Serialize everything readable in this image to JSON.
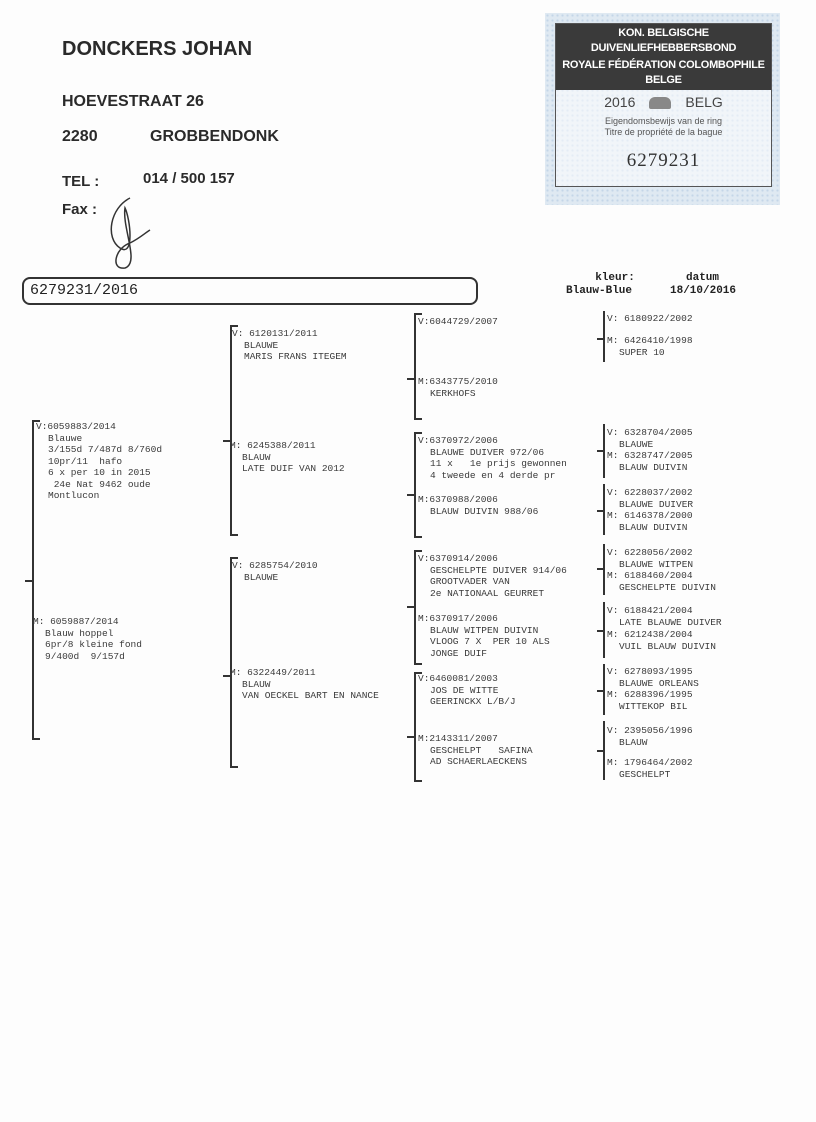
{
  "owner": {
    "name": "DONCKERS JOHAN",
    "street": "HOEVESTRAAT 26",
    "postcode": "2280",
    "city": "GROBBENDONK",
    "tel_label": "TEL :",
    "tel": "014 / 500 157",
    "fax_label": "Fax :"
  },
  "card": {
    "line1": "KON. BELGISCHE DUIVENLIEFHEBBERSBOND",
    "line2": "ROYALE FÉDÉRATION COLOMBOPHILE BELGE",
    "year": "2016",
    "country": "BELG",
    "title_nl": "Eigendomsbewijs van de ring",
    "title_fr": "Titre de propriété de la bague",
    "number": "6279231"
  },
  "ring": "6279231/2016",
  "kleur": {
    "label": "kleur:",
    "value": "Blauw-Blue"
  },
  "datum": {
    "label": "datum",
    "value": "18/10/2016"
  },
  "pedigree": {
    "g1": [
      {
        "id": "V:6059883/2014",
        "lines": [
          "Blauwe",
          "3/155d 7/487d 8/760d",
          "10pr/11  hafo",
          "6 x per 10 in 2015",
          " 24e Nat 9462 oude",
          "Montlucon"
        ]
      },
      {
        "id": "M: 6059887/2014",
        "lines": [
          "Blauw hoppel",
          "6pr/8 kleine fond",
          "9/400d  9/157d"
        ]
      }
    ],
    "g2": [
      {
        "id": "V: 6120131/2011",
        "lines": [
          "BLAUWE",
          "MARIS FRANS ITEGEM"
        ]
      },
      {
        "id": "M: 6245388/2011",
        "lines": [
          "BLAUW",
          "LATE DUIF VAN 2012"
        ]
      },
      {
        "id": "V: 6285754/2010",
        "lines": [
          "BLAUWE"
        ]
      },
      {
        "id": "M: 6322449/2011",
        "lines": [
          "BLAUW",
          "VAN OECKEL BART EN NANCE"
        ]
      }
    ],
    "g3": [
      {
        "id": "V:6044729/2007",
        "lines": []
      },
      {
        "id": "M:6343775/2010",
        "lines": [
          "KERKHOFS"
        ]
      },
      {
        "id": "V:6370972/2006",
        "lines": [
          "BLAUWE DUIVER 972/06",
          "11 x   1e prijs gewonnen",
          "4 tweede en 4 derde pr"
        ]
      },
      {
        "id": "M:6370988/2006",
        "lines": [
          "BLAUW DUIVIN 988/06"
        ]
      },
      {
        "id": "V:6370914/2006",
        "lines": [
          "GESCHELPTE DUIVER 914/06",
          "GROOTVADER VAN",
          "2e NATIONAAL GEURRET"
        ]
      },
      {
        "id": "M:6370917/2006",
        "lines": [
          "BLAUW WITPEN DUIVIN",
          "VLOOG 7 X  PER 10 ALS",
          "JONGE DUIF"
        ]
      },
      {
        "id": "V:6460081/2003",
        "lines": [
          "JOS DE WITTE",
          "GEERINCKX L/B/J"
        ]
      },
      {
        "id": "M:2143311/2007",
        "lines": [
          "GESCHELPT   SAFINA",
          "AD SCHAERLAECKENS"
        ]
      }
    ],
    "g4": [
      {
        "id": "V: 6180922/2002",
        "lines": []
      },
      {
        "id": "M: 6426410/1998",
        "lines": [
          "SUPER 10"
        ]
      },
      {
        "id": "V: 6328704/2005",
        "lines": [
          "BLAUWE"
        ]
      },
      {
        "id": "M: 6328747/2005",
        "lines": [
          "BLAUW DUIVIN"
        ]
      },
      {
        "id": "V: 6228037/2002",
        "lines": [
          "BLAUWE DUIVER"
        ]
      },
      {
        "id": "M: 6146378/2000",
        "lines": [
          "BLAUW DUIVIN"
        ]
      },
      {
        "id": "V: 6228056/2002",
        "lines": [
          "BLAUWE WITPEN"
        ]
      },
      {
        "id": "M: 6188460/2004",
        "lines": [
          "GESCHELPTE DUIVIN"
        ]
      },
      {
        "id": "V: 6188421/2004",
        "lines": [
          "LATE BLAUWE DUIVER"
        ]
      },
      {
        "id": "M: 6212438/2004",
        "lines": [
          "VUIL BLAUW DUIVIN"
        ]
      },
      {
        "id": "V: 6278093/1995",
        "lines": [
          "BLAUWE ORLEANS"
        ]
      },
      {
        "id": "M: 6288396/1995",
        "lines": [
          "WITTEKOP BIL"
        ]
      },
      {
        "id": "V: 2395056/1996",
        "lines": [
          "BLAUW"
        ]
      },
      {
        "id": "M: 1796464/2002",
        "lines": [
          "GESCHELPT"
        ]
      }
    ]
  }
}
